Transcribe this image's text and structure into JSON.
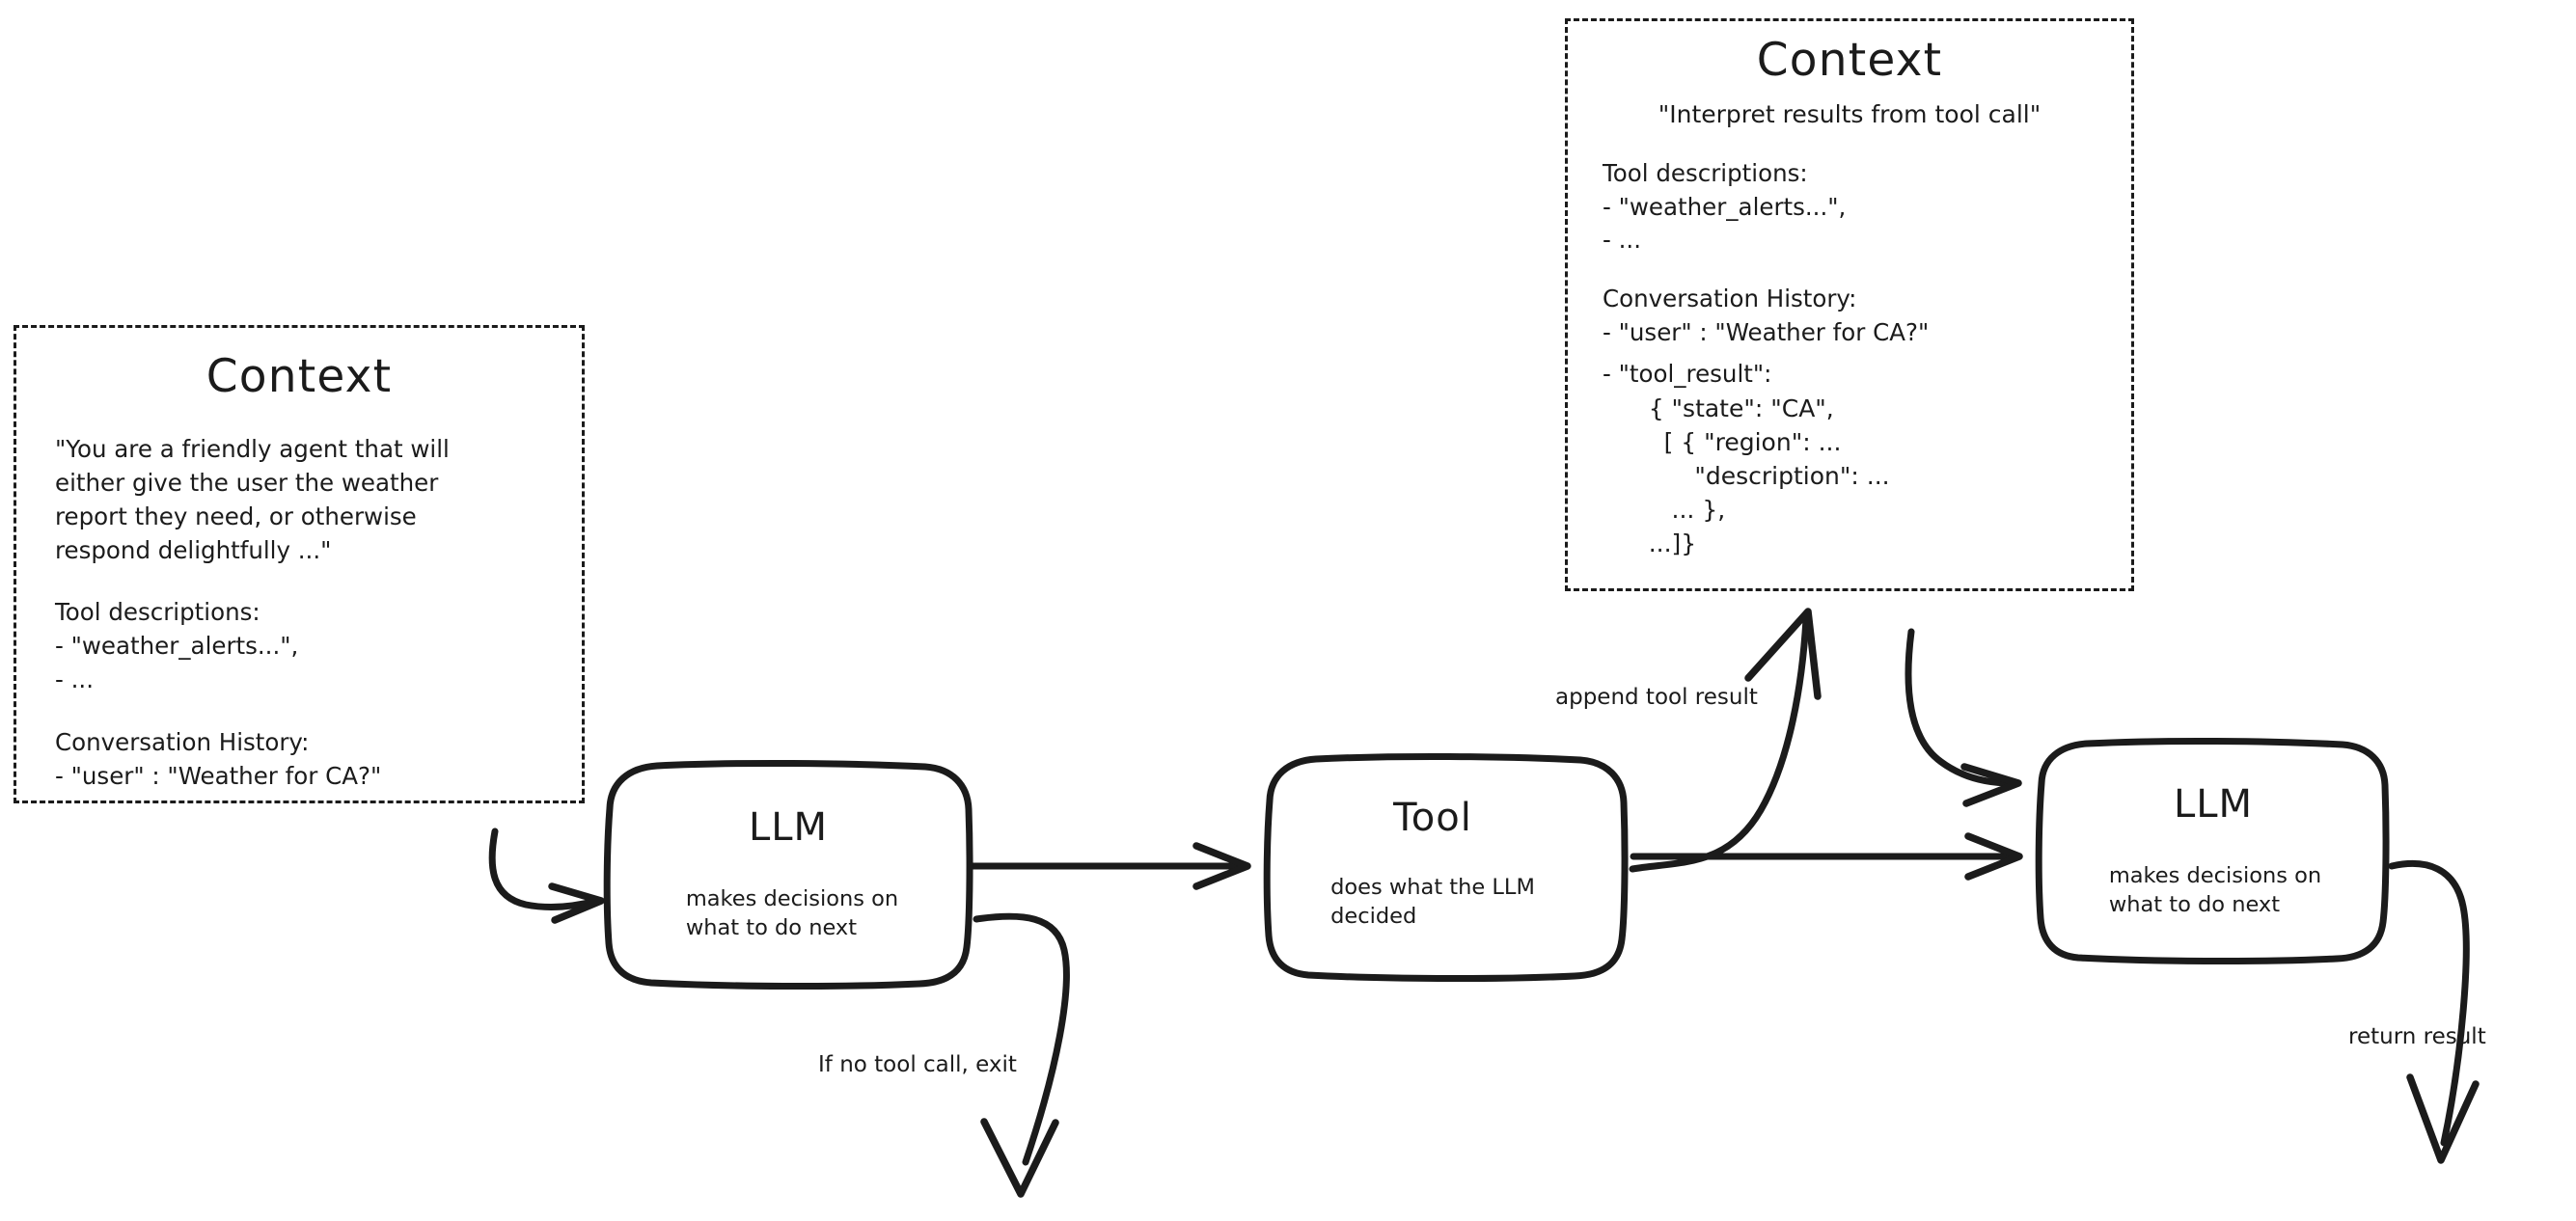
{
  "diagram": {
    "type": "agent-loop-flowchart",
    "style": "hand-drawn",
    "stroke_color": "#1b1b1b",
    "background_color": "#ffffff"
  },
  "context_left": {
    "title": "Context",
    "system_prompt": "\"You are a friendly agent that will\neither give the user the weather\nreport they need, or otherwise\nrespond delightfully ...\"",
    "tool_descriptions": "Tool descriptions:\n- \"weather_alerts...\",\n- ...",
    "conversation_history": "Conversation History:\n- \"user\" : \"Weather for CA?\""
  },
  "context_right": {
    "title": "Context",
    "instruction": "\"Interpret results from tool call\"",
    "tool_descriptions": "Tool descriptions:\n- \"weather_alerts...\",\n- ...",
    "conversation_history": "Conversation History:\n- \"user\" : \"Weather for CA?\"",
    "tool_result_label": "- \"tool_result\":",
    "tool_result_json": "      { \"state\": \"CA\",\n        [ { \"region\": ...\n            \"description\": ...\n         ... },\n      ...]}"
  },
  "nodes": {
    "llm_1": {
      "title": "LLM",
      "subtitle": "makes decisions on\nwhat to do next"
    },
    "tool": {
      "title": "Tool",
      "subtitle": "does what the LLM\ndecided"
    },
    "llm_2": {
      "title": "LLM",
      "subtitle": "makes decisions on\nwhat to do next"
    }
  },
  "edge_labels": {
    "append_tool_result": "append tool result",
    "if_no_tool_call_exit": "If no tool call, exit",
    "return_result": "return result"
  }
}
